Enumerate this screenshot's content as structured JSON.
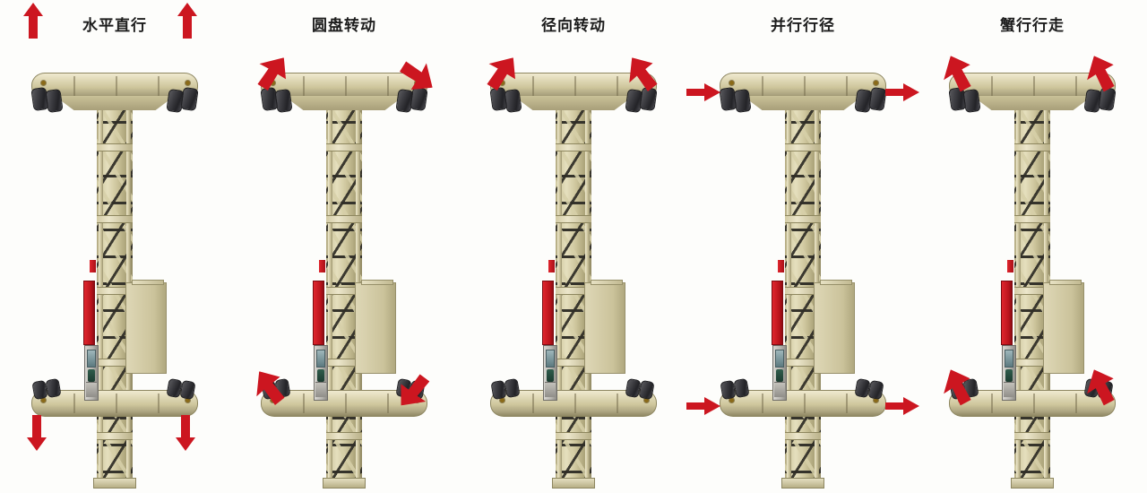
{
  "diagram": {
    "title": "Steering / travel modes of gantry mast vehicle",
    "background_color": "#fdfdfb",
    "arrow_color": "#cc1620",
    "beam_color": "#d6cfa8",
    "wheel_color": "#33333a",
    "accent_red_color": "#c4151d"
  },
  "panels": [
    {
      "id": "panel-1",
      "label": "水平直行",
      "mode": "horizontal-straight-travel",
      "arrows": [
        {
          "name": "top-left-arrow",
          "position": "top-left",
          "direction": "up",
          "angle": 0,
          "size": "large"
        },
        {
          "name": "top-right-arrow",
          "position": "top-right",
          "direction": "up",
          "angle": 0,
          "size": "large"
        },
        {
          "name": "bottom-left-arrow",
          "position": "bottom-left",
          "direction": "down",
          "angle": 180,
          "size": "large"
        },
        {
          "name": "bottom-right-arrow",
          "position": "bottom-right",
          "direction": "down",
          "angle": 180,
          "size": "large"
        }
      ]
    },
    {
      "id": "panel-2",
      "label": "圆盘转动",
      "mode": "disc-rotation",
      "arrows": [
        {
          "name": "top-left-arrow",
          "position": "top-left",
          "direction": "down-left",
          "angle": 215,
          "size": "wedge"
        },
        {
          "name": "top-right-arrow",
          "position": "top-right",
          "direction": "up-left",
          "angle": 305,
          "size": "wedge"
        },
        {
          "name": "bottom-left-arrow",
          "position": "bottom-left",
          "direction": "down-right",
          "angle": 145,
          "size": "wedge"
        },
        {
          "name": "bottom-right-arrow",
          "position": "bottom-right",
          "direction": "up-right",
          "angle": 40,
          "size": "wedge"
        }
      ]
    },
    {
      "id": "panel-3",
      "label": "径向转动",
      "mode": "radial-rotation",
      "arrows": [
        {
          "name": "top-left-arrow",
          "position": "top-left",
          "direction": "down-left",
          "angle": 215,
          "size": "wedge"
        },
        {
          "name": "top-right-arrow",
          "position": "top-right",
          "direction": "down-right",
          "angle": 145,
          "size": "wedge"
        }
      ]
    },
    {
      "id": "panel-4",
      "label": "并行行径",
      "mode": "parallel-path-travel",
      "arrows": [
        {
          "name": "top-left-arrow",
          "position": "top-side-left",
          "direction": "left",
          "angle": 270,
          "size": "flat"
        },
        {
          "name": "top-right-arrow",
          "position": "top-side-right",
          "direction": "right",
          "angle": 90,
          "size": "flat"
        },
        {
          "name": "bottom-left-arrow",
          "position": "bottom-side-left",
          "direction": "left",
          "angle": 270,
          "size": "flat"
        },
        {
          "name": "bottom-right-arrow",
          "position": "bottom-side-right",
          "direction": "right",
          "angle": 90,
          "size": "flat"
        }
      ]
    },
    {
      "id": "panel-5",
      "label": "蟹行行走",
      "mode": "crab-walking",
      "arrows": [
        {
          "name": "top-left-arrow",
          "position": "top-left",
          "direction": "down-right",
          "angle": 155,
          "size": "wedge"
        },
        {
          "name": "top-right-arrow",
          "position": "top-right",
          "direction": "down-right",
          "angle": 155,
          "size": "wedge"
        },
        {
          "name": "bottom-left-arrow",
          "position": "bottom-left",
          "direction": "down-right",
          "angle": 155,
          "size": "wedge"
        },
        {
          "name": "bottom-right-arrow",
          "position": "bottom-right",
          "direction": "down-right",
          "angle": 155,
          "size": "wedge"
        }
      ]
    }
  ],
  "machine_parts": {
    "top_axle": "top-axle-beam",
    "bottom_axle": "bottom-axle-beam",
    "mast": "lattice-mast",
    "red_cabinet": "red-control-cabinet",
    "side_panel": "side-panel-board",
    "operator_cabin": "operator-cabin-module",
    "wheels": "wheel-assembly"
  }
}
